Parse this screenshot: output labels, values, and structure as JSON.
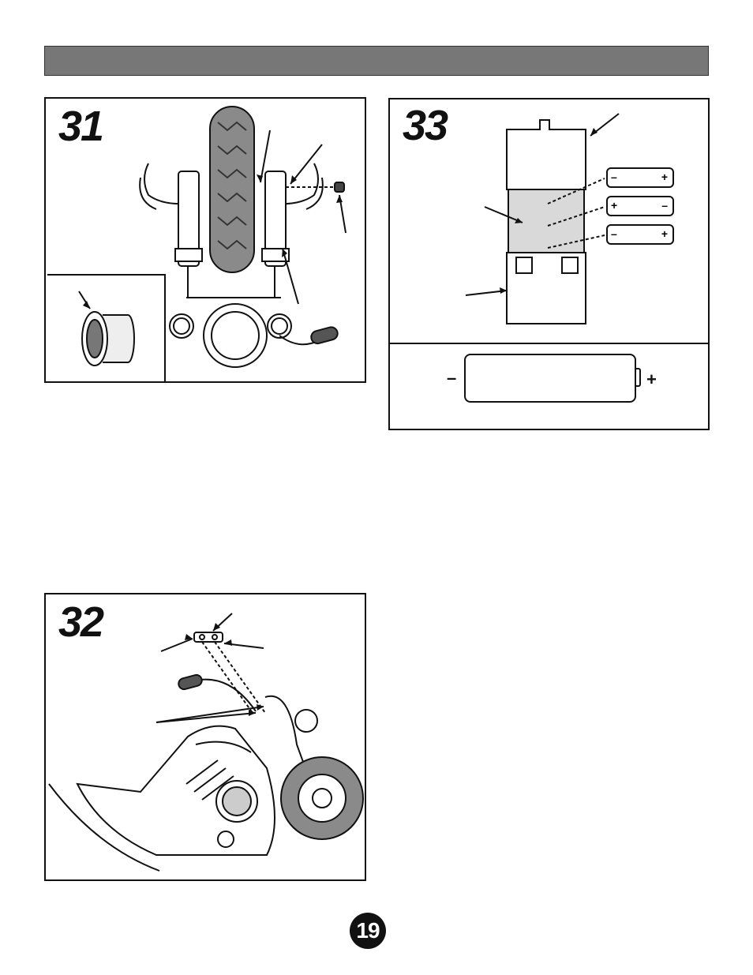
{
  "header": {
    "title": ""
  },
  "steps": {
    "s31": {
      "number": "31"
    },
    "s32": {
      "number": "32"
    },
    "s33": {
      "number": "33"
    }
  },
  "battery_orientation": {
    "minus": "–",
    "plus": "+"
  },
  "batteries": [
    {
      "left": "–",
      "right": "+"
    },
    {
      "left": "+",
      "right": "–"
    },
    {
      "left": "–",
      "right": "+"
    }
  ],
  "page": {
    "number": "19"
  },
  "colors": {
    "header_bar": "#777777",
    "battery_area": "#d9d9d9",
    "tire": "#8a8a8a"
  }
}
